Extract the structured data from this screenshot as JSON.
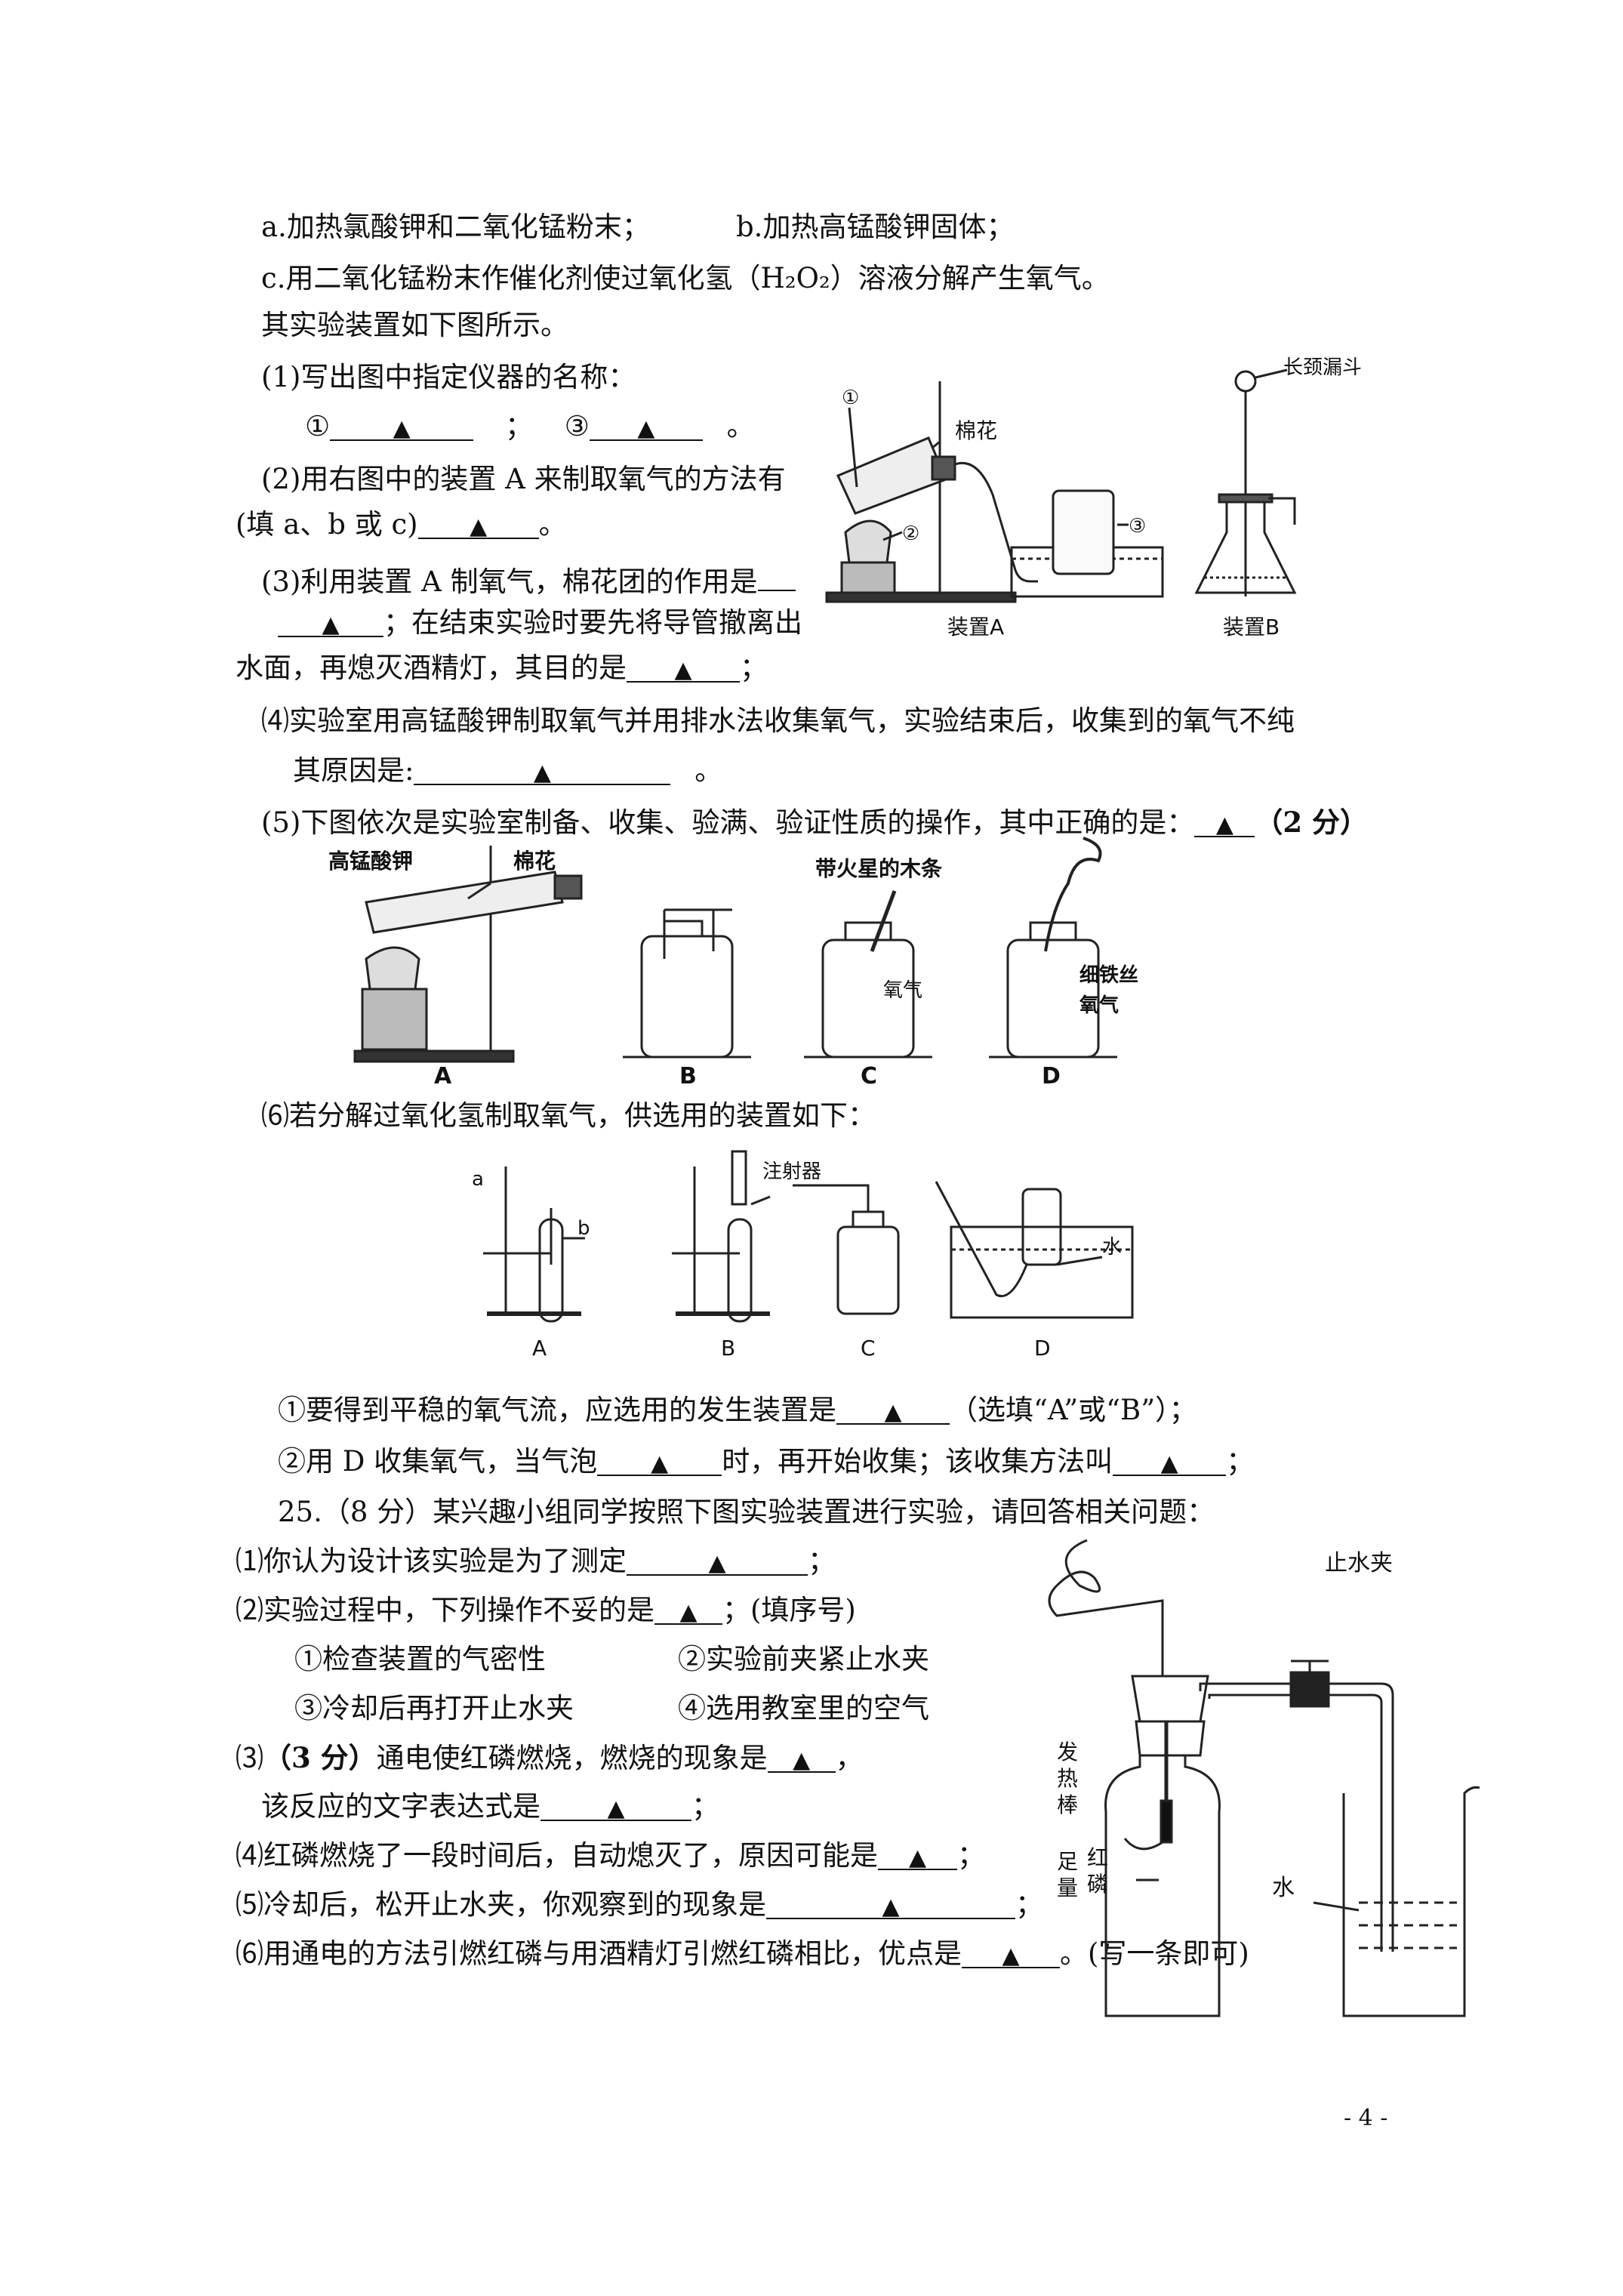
{
  "lines": {
    "l1a": "a.加热氯酸钾和二氧化锰粉末；",
    "l1b": "b.加热高锰酸钾固体；",
    "l2": "c.用二氧化锰粉末作催化剂使过氧化氢（H₂O₂）溶液分解产生氧气。",
    "l3": "其实验装置如下图所示。",
    "q1": "(1)写出图中指定仪器的名称：",
    "q1_a": "①",
    "q1_sep": "；",
    "q1_b": "③",
    "q1_end": "。",
    "q2a": "(2)用右图中的装置 A 来制取氧气的方法有",
    "q2b": "(填 a、b 或 c)",
    "q2_end": "。",
    "q3a": "(3)利用装置 A 制氧气，棉花团的作用是",
    "q3b_end": "；在结束实验时要先将导管撤离出",
    "q3c": "水面，再熄灭酒精灯，其目的是",
    "q3c_end": "；",
    "q4a": "⑷实验室用高锰酸钾制取氧气并用排水法收集氧气，实验结束后，收集到的氧气不纯",
    "q4b": "其原因是:",
    "q4b_end": "。",
    "q5": "(5)下图依次是实验室制备、收集、验满、验证性质的操作，其中正确的是：",
    "q5_score": "（2 分）",
    "q6": "⑹若分解过氧化氢制取氧气，供选用的装置如下：",
    "q6_1": "①要得到平稳的氧气流，应选用的发生装置是",
    "q6_1_end": "（选填“A”或“B”）；",
    "q6_2a": "②用 D 收集氧气，当气泡",
    "q6_2b": "时，再开始收集；该收集方法叫",
    "q6_2_end": "；",
    "q25": "25.（8 分）某兴趣小组同学按照下图实验装置进行实验，请回答相关问题：",
    "p1": "⑴你认为设计该实验是为了测定",
    "p1_end": "；",
    "p2": "⑵实验过程中，下列操作不妥的是",
    "p2_end": "；(填序号)",
    "opt1": "①检查装置的气密性",
    "opt2": "②实验前夹紧止水夹",
    "opt3": "③冷却后再打开止水夹",
    "opt4": "④选用教室里的空气",
    "p3a": "⑶",
    "p3_score": "（3 分）",
    "p3b": "通电使红磷燃烧，燃烧的现象是",
    "p3_end": "，",
    "p3c": "该反应的文字表达式是",
    "p3c_end": "；",
    "p4": "⑷红磷燃烧了一段时间后，自动熄灭了，原因可能是",
    "p4_end": "；",
    "p5": "⑸冷却后，松开止水夹，你观察到的现象是",
    "p5_end": "；",
    "p6": "⑹用通电的方法引燃红磷与用酒精灯引燃红磷相比，优点是",
    "p6_end": "。(写一条即可)",
    "triangle": "▲",
    "page_number": "- 4 -"
  },
  "fig1": {
    "label_cotton": "棉花",
    "label_funnel": "长颈漏斗",
    "label_a": "装置A",
    "label_b": "装置B",
    "n1": "①",
    "n2": "②",
    "n3": "③"
  },
  "fig2": {
    "kmno4": "高锰酸钾",
    "cotton": "棉花",
    "splint": "带火星的木条",
    "oxygen_c": "氧气",
    "iron": "细铁丝",
    "oxygen_d": "氧气",
    "A": "A",
    "B": "B",
    "C": "C",
    "D": "D"
  },
  "fig3": {
    "a": "a",
    "b": "b",
    "syringe": "注射器",
    "water": "水",
    "A": "A",
    "B": "B",
    "C": "C",
    "D": "D"
  },
  "fig4": {
    "clamp": "止水夹",
    "rod1": "发",
    "rod2": "热",
    "rod3": "棒",
    "water": "水",
    "enough1": "足",
    "enough2": "量",
    "red1": "红",
    "red2": "磷"
  }
}
